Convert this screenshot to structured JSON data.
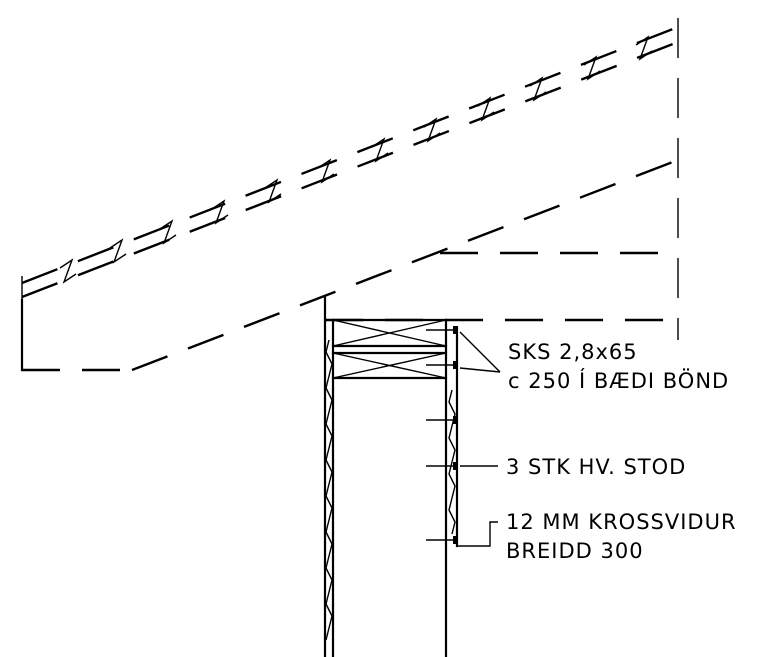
{
  "labels": {
    "nails_line1": "SKS 2,8x65",
    "nails_line2": "c 250 Í BÆDI BÖND",
    "studs": "3 STK HV. STOD",
    "plywood_line1": "12 MM KROSSVIDUR",
    "plywood_line2": "BREIDD 300"
  }
}
